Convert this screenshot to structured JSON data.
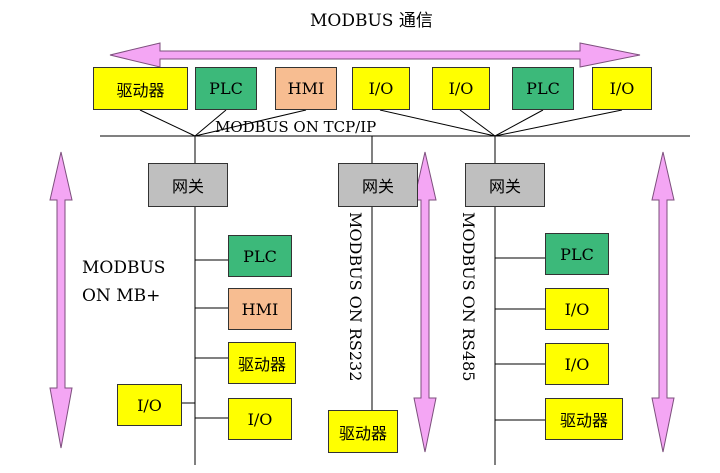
{
  "title": "MODBUS 通信",
  "labels": {
    "tcpip": "MODBUS ON TCP/IP",
    "mbplus_line1": "MODBUS",
    "mbplus_line2": "ON MB+",
    "rs232": "MODBUS ON RS232",
    "rs485": "MODBUS ON RS485"
  },
  "colors": {
    "yellow": "#ffff00",
    "green": "#3cb97a",
    "salmon": "#f7bd91",
    "gray": "#bfbfbf",
    "arrow": "#f4a6f4",
    "arrow_stroke": "#7d4f7d"
  },
  "top_row": [
    "驱动器",
    "PLC",
    "HMI",
    "I/O",
    "I/O",
    "PLC",
    "I/O"
  ],
  "gateways": [
    "网关",
    "网关",
    "网关"
  ],
  "mbplus_nodes": [
    "PLC",
    "HMI",
    "驱动器",
    "I/O"
  ],
  "mbplus_side_node": "I/O",
  "rs232_node": "驱动器",
  "rs485_nodes": [
    "PLC",
    "I/O",
    "I/O",
    "驱动器"
  ]
}
